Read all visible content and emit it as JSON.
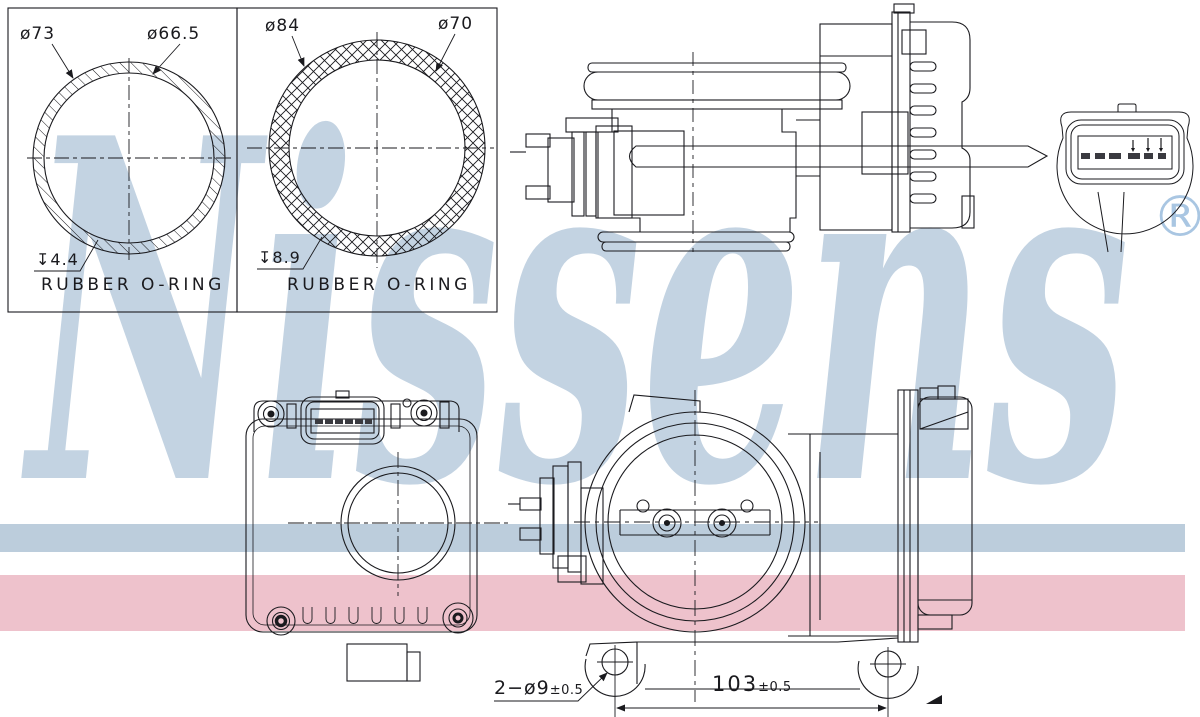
{
  "watermark": {
    "brand": "Nissens",
    "registered": "®"
  },
  "colors": {
    "line": "#1a1a1e",
    "stripe_blue": "#bccddc",
    "stripe_pink": "#eec2cc",
    "watermark_blue": "#c3d3e2",
    "registered_blue": "#a9c6e2"
  },
  "panels": {
    "oring1": {
      "title": "RUBBER O-RING",
      "outer_dia": "ø73",
      "inner_dia": "ø66.5",
      "depth": "↧4.4"
    },
    "oring2": {
      "title": "RUBBER O-RING",
      "outer_dia": "ø84",
      "inner_dia": "ø70",
      "depth": "↧8.9"
    }
  },
  "dimensions": {
    "mount_holes": {
      "value": "2−ø9",
      "tolerance": "±0.5"
    },
    "hole_spacing": {
      "value": "103",
      "tolerance": "±0.5"
    }
  }
}
